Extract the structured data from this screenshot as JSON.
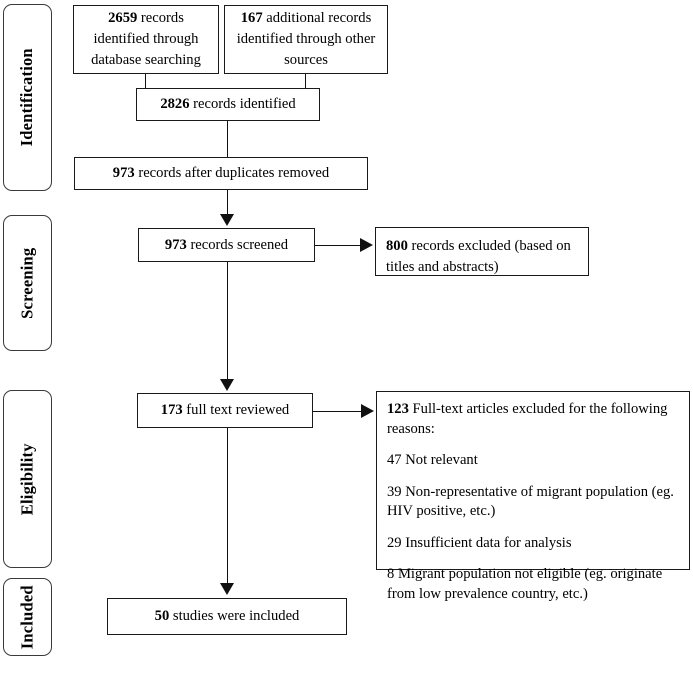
{
  "diagram": {
    "type": "prisma-flow-diagram",
    "stages": [
      {
        "id": "identification",
        "label": "Identification"
      },
      {
        "id": "screening",
        "label": "Screening"
      },
      {
        "id": "eligibility",
        "label": "Eligibility"
      },
      {
        "id": "included",
        "label": "Included"
      }
    ],
    "boxes": {
      "db_records": {
        "count": "2659",
        "text": " records identified through database searching"
      },
      "other_records": {
        "count": "167",
        "text": " additional records identified through other sources"
      },
      "total_records": {
        "count": "2826",
        "text": " records identified"
      },
      "after_dupes": {
        "count": "973",
        "text": " records after duplicates removed"
      },
      "screened": {
        "count": "973",
        "text": " records screened"
      },
      "excluded_screen": {
        "count": "800",
        "text": " records excluded (based on titles and abstracts)"
      },
      "full_text": {
        "count": "173",
        "text": " full text reviewed"
      },
      "included": {
        "count": "50",
        "text": " studies were included"
      }
    },
    "exclusions": {
      "count": "123",
      "heading_text": " Full-text articles excluded for the following reasons:",
      "reasons": [
        "47 Not relevant",
        "39 Non-representative of migrant population (eg. HIV positive, etc.)",
        "29 Insufficient data for analysis",
        "8 Migrant population not eligible (eg. originate from low prevalence country, etc.)"
      ]
    },
    "colors": {
      "line": "#111111",
      "box_border": "#1a1a1a",
      "stage_border": "#3a3a3a",
      "background": "#ffffff",
      "text": "#000000"
    }
  }
}
